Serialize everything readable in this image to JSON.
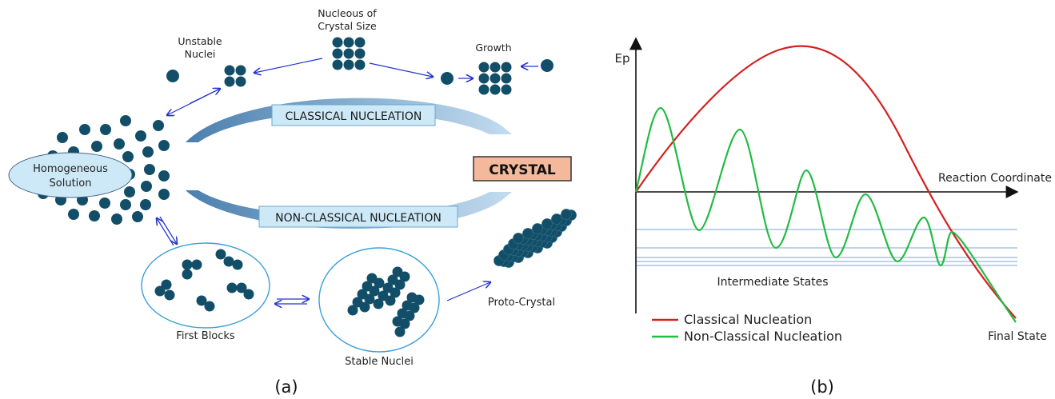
{
  "panel_a": {
    "nucleus_size_line1": "Nucleous of",
    "nucleus_size_line2": "Crystal Size",
    "unstable_line1": "Unstable",
    "unstable_line2": "Nuclei",
    "growth": "Growth",
    "classical": "CLASSICAL NUCLEATION",
    "crystal": "CRYSTAL",
    "non_classical": "NON-CLASSICAL NUCLEATION",
    "solution_line1": "Homogeneous",
    "solution_line2": "Solution",
    "first_blocks": "First Blocks",
    "stable_nuclei": "Stable Nuclei",
    "proto_crystal": "Proto-Crystal",
    "caption": "(a)",
    "colors": {
      "particle": "#134e68",
      "crystal_box": "#f4b89a",
      "label_box": "#cde9f7",
      "arrow": "#2233cc"
    }
  },
  "panel_b": {
    "y_label": "Ep",
    "x_label": "Reaction Coordinate",
    "intermediate": "Intermediate States",
    "final": "Final State",
    "legend": [
      {
        "name": "Classical  Nucleation",
        "color": "#d42020"
      },
      {
        "name": "Non-Classical Nucleation",
        "color": "#22bb44"
      }
    ],
    "caption": "(b)"
  }
}
